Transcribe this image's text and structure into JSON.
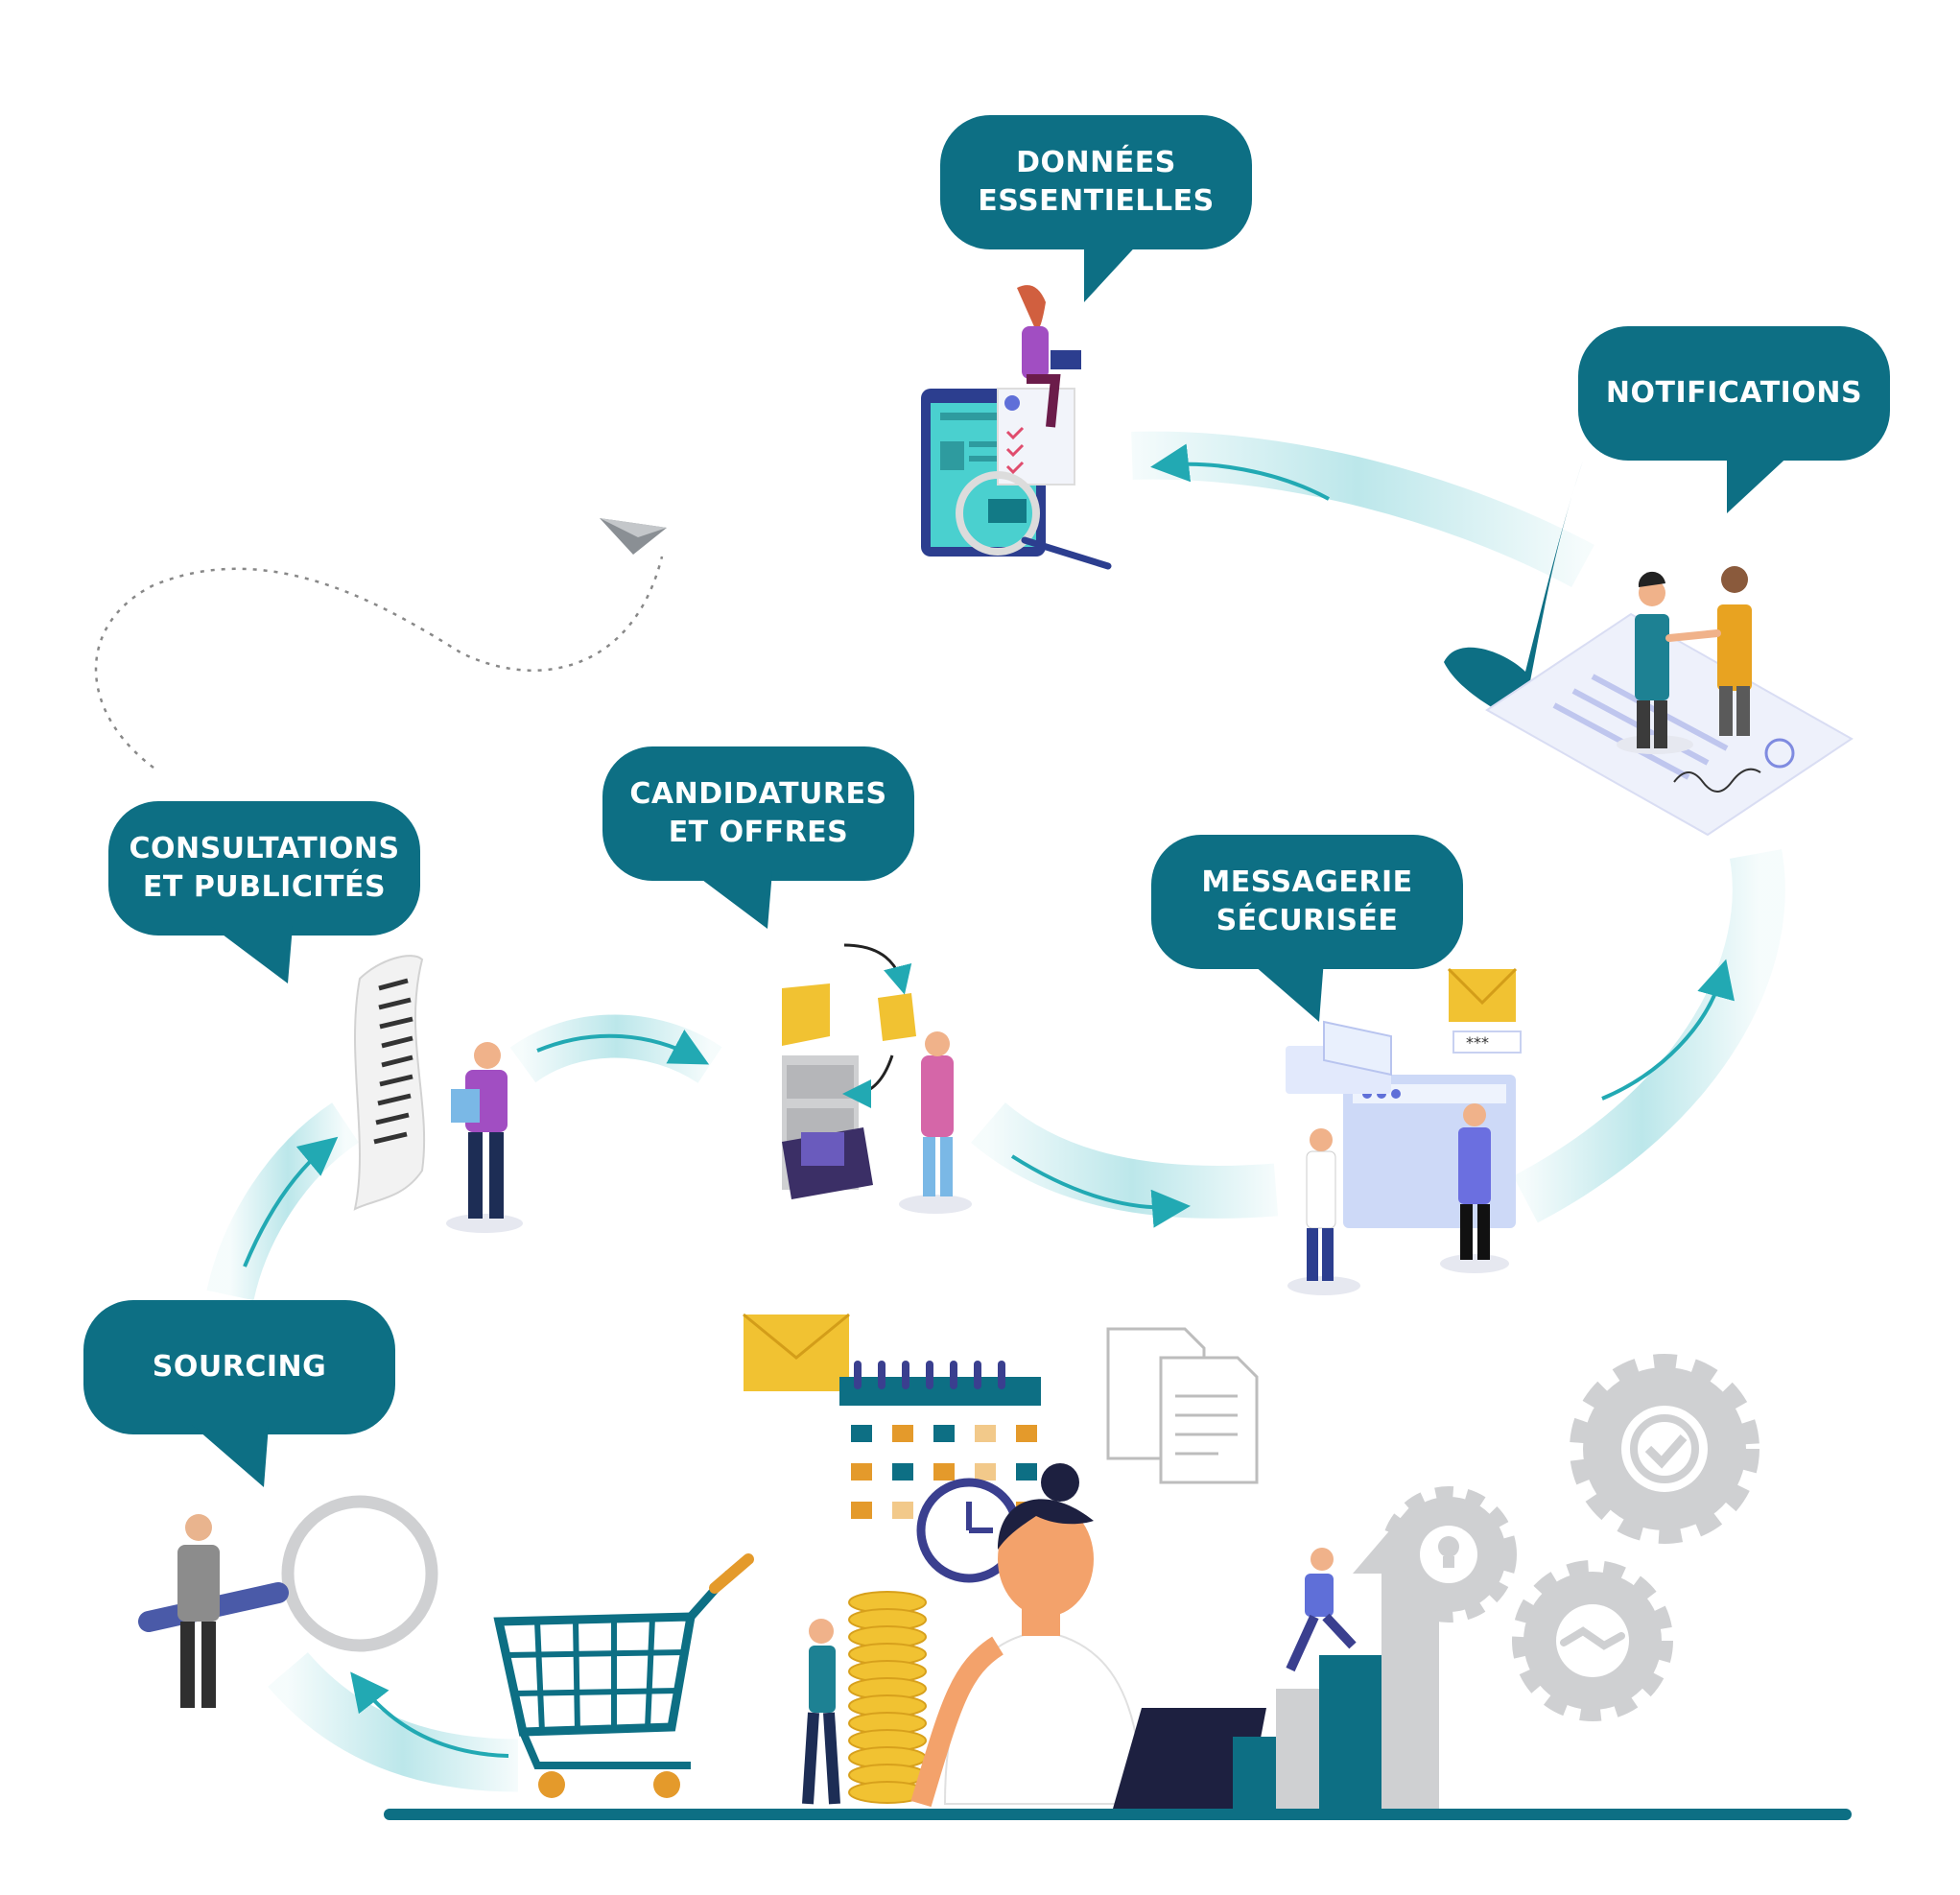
{
  "colors": {
    "teal_dark": "#0d6f84",
    "teal_light": "#3fbac4",
    "yellow": "#f1c232",
    "orange": "#e49a2b",
    "purple": "#a14ec2",
    "navy": "#1d2d55",
    "grey": "#cfd0d2",
    "blue": "#5f6fd8"
  },
  "steps": [
    {
      "id": "donnees",
      "label": "DONNÉES\nESSENTIELLES",
      "icon": "tablet-data-icon"
    },
    {
      "id": "notifications",
      "label": "NOTIFICATIONS",
      "icon": "handshake-contract-icon"
    },
    {
      "id": "messagerie",
      "label": "MESSAGERIE\nSÉCURISÉE",
      "icon": "secure-mail-icon"
    },
    {
      "id": "candidatures",
      "label": "CANDIDATURES\nET OFFRES",
      "icon": "filing-cabinet-icon"
    },
    {
      "id": "consultations",
      "label": "CONSULTATIONS\nET PUBLICITÉS",
      "icon": "publication-scroll-icon"
    },
    {
      "id": "sourcing",
      "label": "SOURCING",
      "icon": "magnifier-icon"
    }
  ],
  "footer_illustration": {
    "icons": [
      "shopping-cart-icon",
      "coins-icon",
      "calendar-icon",
      "clock-icon",
      "envelope-icon",
      "documents-icon",
      "growth-chart-icon",
      "gear-check-icon",
      "gear-bulb-icon",
      "gear-handshake-icon",
      "laptop-icon"
    ]
  }
}
